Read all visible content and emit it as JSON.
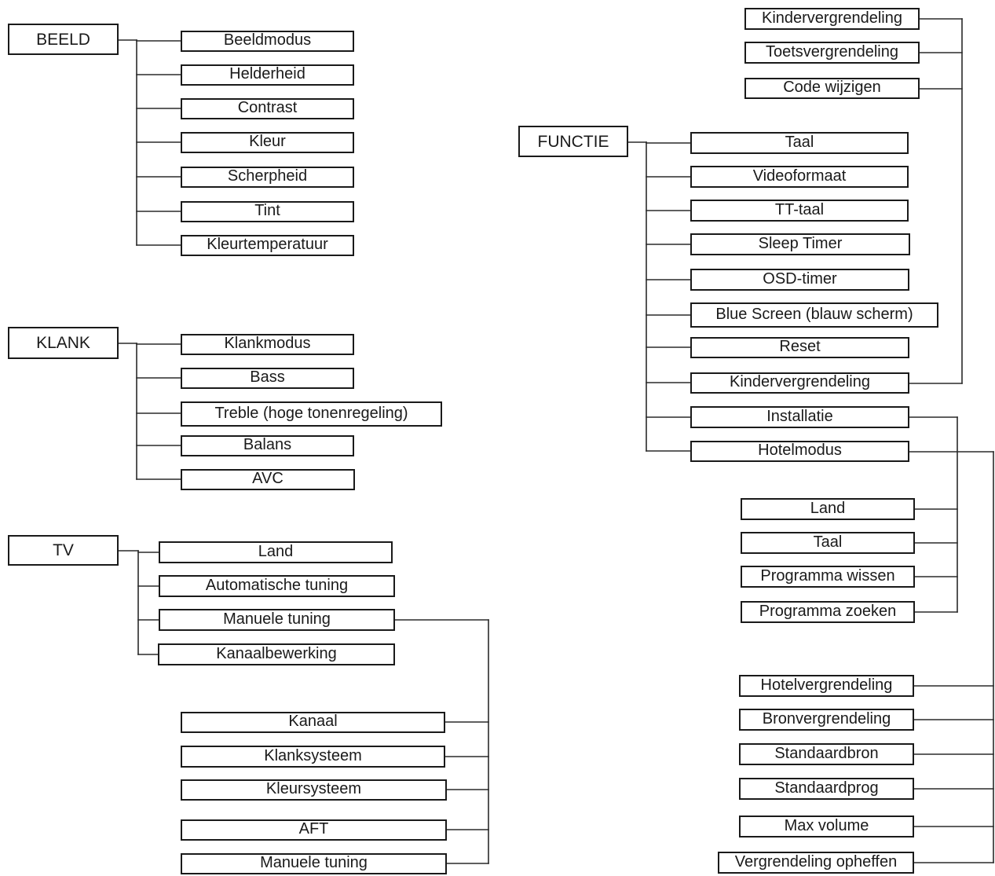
{
  "beeld": {
    "title": "BEELD",
    "items": [
      "Beeldmodus",
      "Helderheid",
      "Contrast",
      "Kleur",
      "Scherpheid",
      "Tint",
      "Kleurtemperatuur"
    ]
  },
  "klank": {
    "title": "KLANK",
    "items": [
      "Klankmodus",
      "Bass",
      "Treble (hoge tonenregeling)",
      "Balans",
      "AVC"
    ]
  },
  "tv": {
    "title": "TV",
    "items": [
      "Land",
      "Automatische tuning",
      "Manuele tuning",
      "Kanaalbewerking"
    ],
    "manuele_tuning_sub": [
      "Kanaal",
      "Klanksysteem",
      "Kleursysteem",
      "AFT",
      "Manuele tuning"
    ]
  },
  "functie": {
    "title": "FUNCTIE",
    "items": [
      "Taal",
      "Videoformaat",
      "TT-taal",
      "Sleep Timer",
      "OSD-timer",
      "Blue Screen (blauw scherm)",
      "Reset",
      "Kindervergrendeling",
      "Installatie",
      "Hotelmodus"
    ],
    "kindervergrendeling_sub": [
      "Kindervergrendeling",
      "Toetsvergrendeling",
      "Code wijzigen"
    ],
    "installatie_sub": [
      "Land",
      "Taal",
      "Programma wissen",
      "Programma zoeken"
    ],
    "hotelmodus_sub": [
      "Hotelvergrendeling",
      "Bronvergrendeling",
      "Standaardbron",
      "Standaardprog",
      "Max volume",
      "Vergrendeling opheffen"
    ]
  }
}
